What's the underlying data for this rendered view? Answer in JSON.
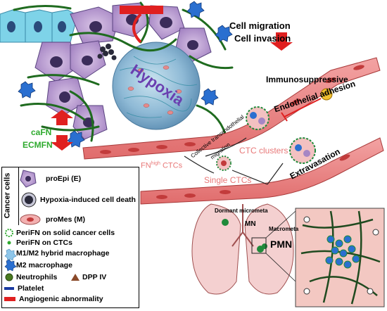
{
  "labels": {
    "cell_migration": "Cell migration",
    "cell_invasion": "Cell invasion",
    "immunosuppressive": "Immunosuppressive",
    "hypoxia": "Hypoxia",
    "endothelial_adhesion": "Endothelial adhesion",
    "collective_migration_1": "Collective transendothelial",
    "collective_migration_2": "migration",
    "ctc_clusters": "CTC clusters",
    "cafn": "caFN",
    "ecmfn": "ECMFN",
    "fn_prefix": "FN",
    "fn_sup": "high",
    "fn_suffix": " CTCs",
    "single_ctcs": "Single CTCs",
    "extravasation": "Extravasation",
    "dormant_micrometa": "Dormant micrometa",
    "mn": "MN",
    "macrometa": "Macrometa",
    "pmn": "PMN"
  },
  "legend": {
    "cancer_cells": "Cancer cells",
    "items": [
      {
        "label": "proEpi (E)",
        "icon": "proepi-cell-icon"
      },
      {
        "label": "Hypoxia-induced cell death",
        "icon": "dead-cell-icon"
      },
      {
        "label": "proMes (M)",
        "icon": "promes-cell-icon"
      },
      {
        "label": "PeriFN on solid cancer cells",
        "icon": "perifn-ring-icon"
      },
      {
        "label": "PeriFN on CTCs",
        "icon": "perifn-dots-icon"
      },
      {
        "label": "M1/M2 hybrid macrophage",
        "icon": "hybrid-macrophage-icon"
      },
      {
        "label": "M2 macrophage",
        "icon": "m2-macrophage-icon"
      },
      {
        "label": "Neutrophils",
        "icon": "neutrophil-icon"
      },
      {
        "label": "DPP IV",
        "icon": "dpp4-triangle-icon"
      },
      {
        "label": "Platelet",
        "icon": "platelet-icon"
      },
      {
        "label": "Angiogenic abnormality",
        "icon": "angiogenic-bar-icon"
      }
    ]
  },
  "colors": {
    "up_arrow": "#e02020",
    "down_arrow": "#e02020",
    "cafn_text": "#2eaa2e",
    "ecmfn_text": "#2eaa2e",
    "ctc_text": "#e87878",
    "hypoxia_text": "#6a3fb0",
    "vessel": "#e88080",
    "fiber": "#1f6b1f",
    "epithelium": "#7ed3e8"
  }
}
